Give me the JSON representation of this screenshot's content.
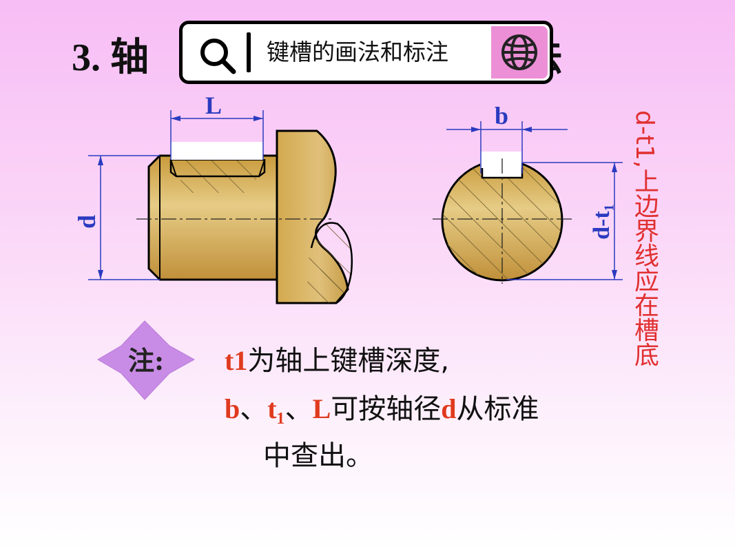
{
  "title": {
    "prefix": "3. 轴",
    "suffix": "法"
  },
  "search": {
    "query": "键槽的画法和标注",
    "search_icon": "search-icon",
    "globe_icon": "globe-icon"
  },
  "drawing": {
    "labels": {
      "L": "L",
      "b": "b",
      "d": "d",
      "d_t1": "d-t₁"
    },
    "side_note": "d-t1,上边界线应在槽底"
  },
  "note": {
    "badge": "注:",
    "line1_red": "t1",
    "line1_text": "为轴上键槽深度,",
    "line2_b": "b",
    "line2_sep1": "、",
    "line2_t1": "t₁",
    "line2_sep2": "、",
    "line2_L": "L",
    "line2_text": "可按轴径",
    "line2_d": "d",
    "line2_end": "从标准",
    "line3": "中查出。"
  },
  "colors": {
    "background_top": "#f7bdf5",
    "shaft": "#d9b866",
    "dimension": "#2b3bbf",
    "red": "#e03a1e",
    "badge": "#c98ce6",
    "globe_button": "#ec8fd7"
  }
}
